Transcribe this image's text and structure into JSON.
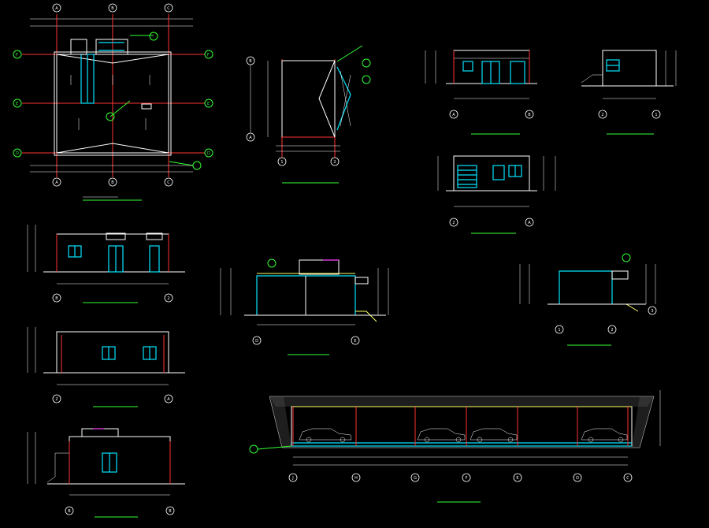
{
  "colors": {
    "background": "#000000",
    "line": "#ffffff",
    "axis_red": "#ff3333",
    "window_cyan": "#00e5ff",
    "note_green": "#33ff33",
    "accent_magenta": "#ff44ff"
  },
  "drawing": {
    "plan_grid_top": [
      "A",
      "B",
      "C"
    ],
    "plan_grid_side": [
      "F",
      "E",
      "D"
    ],
    "roof_grid_bottom": [
      "1",
      "2"
    ],
    "roof_grid_side": [
      "A"
    ],
    "elev_top_axes": [
      "A",
      "B"
    ],
    "elev_side1_axes": [
      "2",
      "1"
    ],
    "elev_side2_axes": [
      "2",
      "A"
    ],
    "elev_left1_axes": [
      "B",
      "2"
    ],
    "elev_left2_axes": [
      "2",
      "A"
    ],
    "elev_left3_axes": [
      "B",
      "B"
    ],
    "section22_axes": [
      "D",
      "E"
    ],
    "section_right_axes": [
      "1",
      "2",
      "3"
    ],
    "section11_axes": [
      "J",
      "H",
      "G",
      "F",
      "E",
      "D",
      "C"
    ]
  }
}
